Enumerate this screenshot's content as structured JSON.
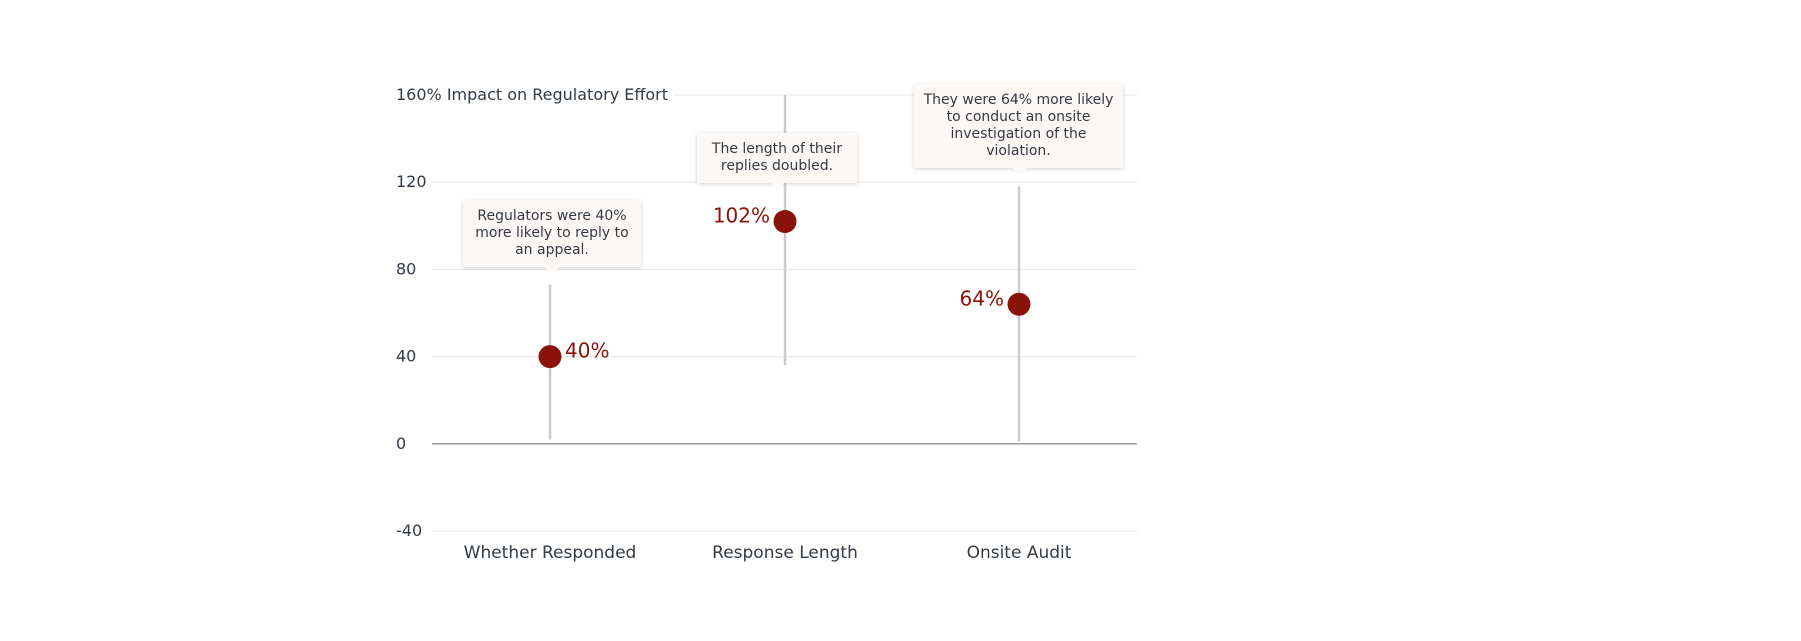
{
  "chart_data": {
    "type": "scatter",
    "title": "",
    "ylabel": "Impact on Regulatory Effort",
    "ylim": [
      -40,
      160
    ],
    "yticks": [
      -40,
      0,
      40,
      80,
      120,
      160
    ],
    "top_tick_label": "160% Impact on Regulatory Effort",
    "grid": true,
    "categories": [
      "Whether Responded",
      "Response Length",
      "Onsite Audit"
    ],
    "series": [
      {
        "values": [
          40,
          102,
          64
        ],
        "value_labels": [
          "40%",
          "102%",
          "64%"
        ],
        "ci_low": [
          2,
          36,
          1
        ],
        "ci_high": [
          73,
          160,
          118
        ],
        "label_side": [
          "right",
          "left",
          "left"
        ]
      }
    ],
    "annotations": [
      "Regulators were 40% more likely to reply to an appeal.",
      "The length of their replies doubled.",
      "They were 64% more likely to conduct an onsite investigation of the violation."
    ],
    "colors": {
      "point": "#8b1208",
      "whisker": "#cccccc",
      "grid": "#e6e6e6",
      "axis": "#9a9a9a",
      "text": "#333a45",
      "tooltip_bg": "#fcf8f5"
    }
  }
}
